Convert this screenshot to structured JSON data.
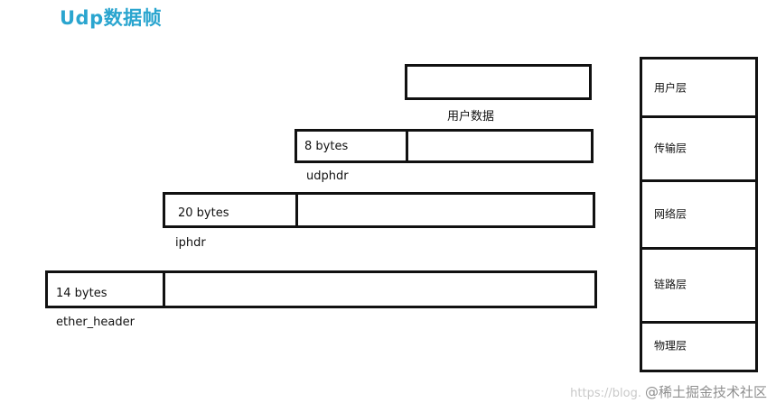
{
  "title": "Udp数据帧",
  "rows": {
    "user_data": {
      "caption": "用户数据"
    },
    "udp": {
      "header_label": "8 bytes",
      "caption": "udphdr"
    },
    "ip": {
      "header_label": "20 bytes",
      "caption": "iphdr"
    },
    "ether": {
      "header_label": "14 bytes",
      "caption": "ether_header"
    }
  },
  "layers": [
    {
      "label": "用户层"
    },
    {
      "label": "传输层"
    },
    {
      "label": "网络层"
    },
    {
      "label": "链路层"
    },
    {
      "label": "物理层"
    }
  ],
  "watermark": {
    "url": "https://blog.",
    "text": "@稀土掘金技术社区"
  },
  "colors": {
    "title": "#2aa5cf",
    "line": "#111111",
    "watermark": "#8f8f8f"
  }
}
